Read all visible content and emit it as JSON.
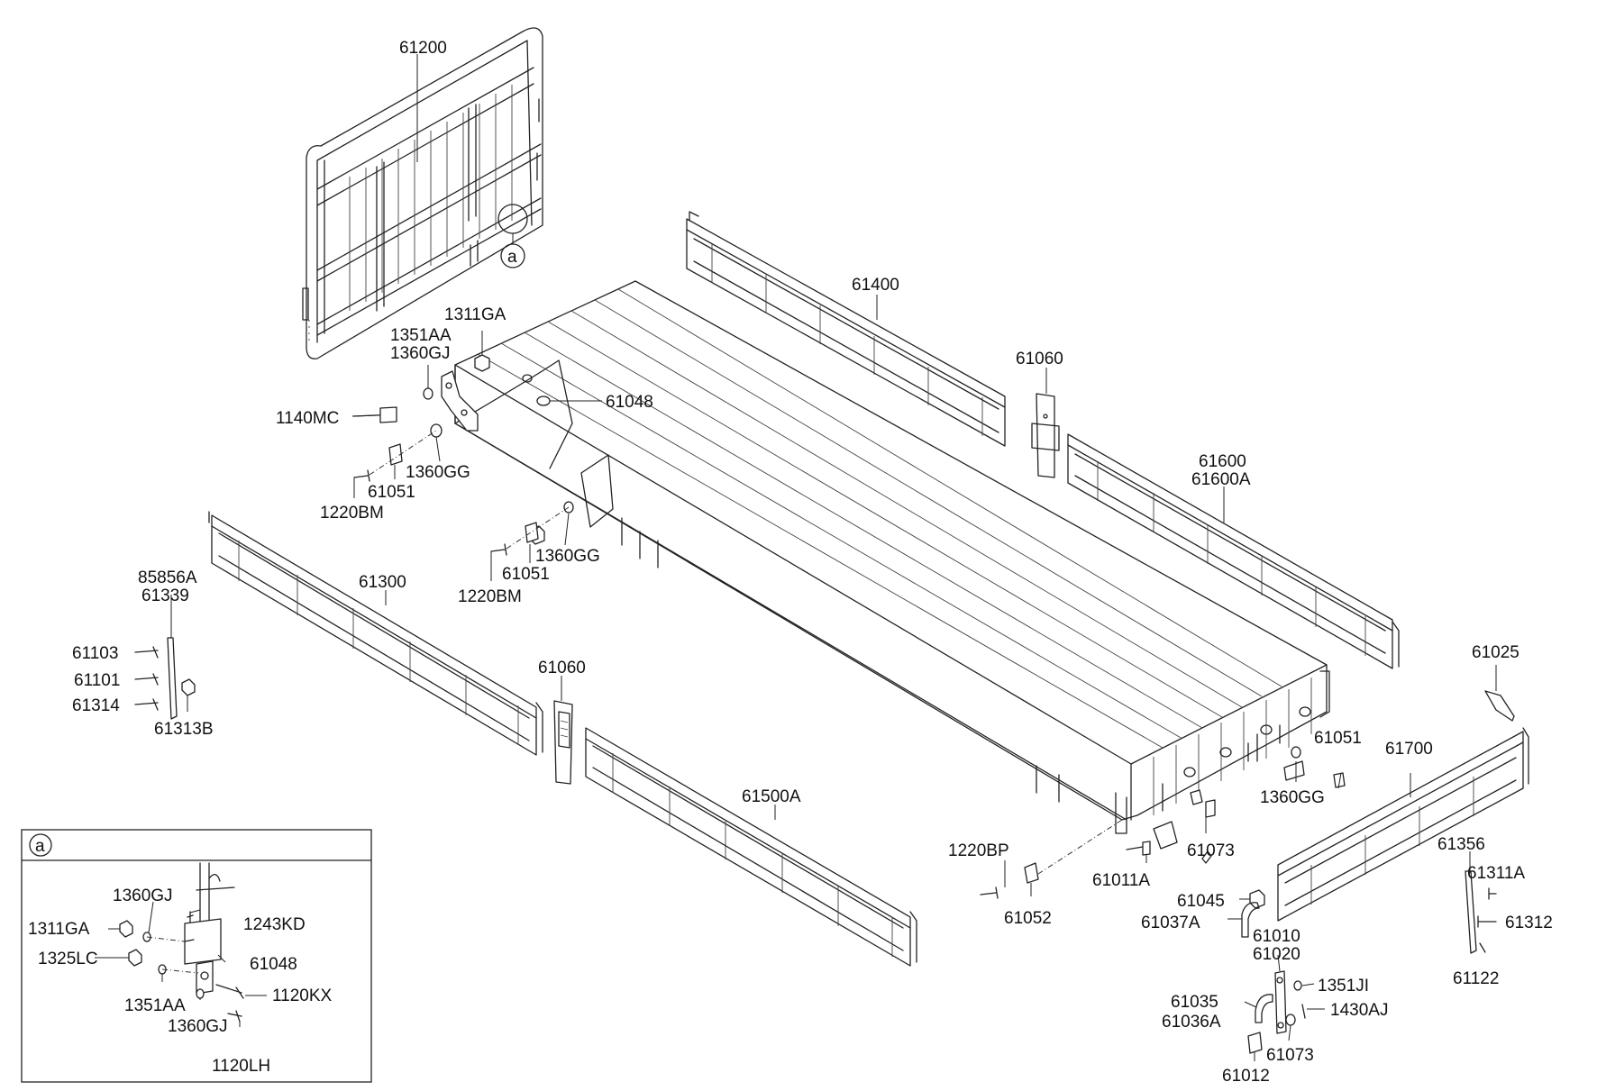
{
  "labels": {
    "p61200": "61200",
    "p61400": "61400",
    "p61060a": "61060",
    "p61600": "61600",
    "p61600A": "61600A",
    "p1311GA": "1311GA",
    "p1351AA": "1351AA",
    "p1360GJ": "1360GJ",
    "p1140MC": "1140MC",
    "p61048": "61048",
    "p1360GG_a": "1360GG",
    "p61051_a": "61051",
    "p1220BM_a": "1220BM",
    "p1360GG_b": "1360GG",
    "p61051_b": "61051",
    "p1220BM_b": "1220BM",
    "p61300": "61300",
    "p85856A": "85856A",
    "p61339": "61339",
    "p61103": "61103",
    "p61101": "61101",
    "p61314": "61314",
    "p61313B": "61313B",
    "p61060b": "61060",
    "p61500A": "61500A",
    "p61025": "61025",
    "p61051_c": "61051",
    "p61700": "61700",
    "p1360GG_c": "1360GG",
    "p61073_a": "61073",
    "p1220BP": "1220BP",
    "p61052": "61052",
    "p61011A": "61011A",
    "p61045": "61045",
    "p61037A": "61037A",
    "p61010": "61010",
    "p61020": "61020",
    "p1351JI": "1351JI",
    "p61035": "61035",
    "p61036A": "61036A",
    "p1430AJ": "1430AJ",
    "p61073_b": "61073",
    "p61012": "61012",
    "p61356": "61356",
    "p61311A": "61311A",
    "p61312": "61312",
    "p61122": "61122"
  },
  "detail": {
    "marker": "a",
    "labels": {
      "d1360GJ_a": "1360GJ",
      "d1311GA": "1311GA",
      "d1243KD": "1243KD",
      "d1325LC": "1325LC",
      "d61048": "61048",
      "d1120KX": "1120KX",
      "d1351AA": "1351AA",
      "d1360GJ_b": "1360GJ",
      "d1120LH": "1120LH"
    }
  }
}
